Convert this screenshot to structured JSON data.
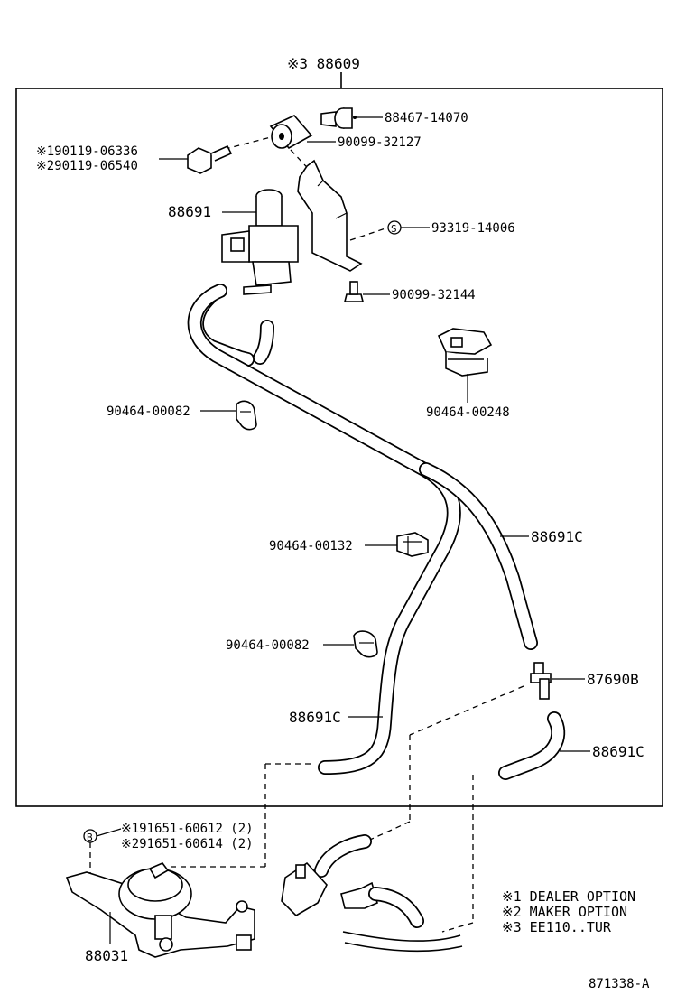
{
  "assembly": {
    "label": "※3 88609"
  },
  "labels": {
    "bolt_flange": "88467-14070",
    "cushion": "90099-32127",
    "bolt_1": "※190119-06336",
    "bolt_2": "※290119-06540",
    "vsv": "88691",
    "s_bolt": "93319-14006",
    "s_marker": "S",
    "grommet": "90099-32144",
    "connector_clamp": "90464-00248",
    "clamp_upper": "90464-00082",
    "clamp_middle": "90464-00132",
    "clamp_lower": "90464-00082",
    "hose_right": "88691C",
    "hose_center": "88691C",
    "hose_small": "88691C",
    "tee": "87690B",
    "b_bolt_1": "※191651-60612 (2)",
    "b_bolt_2": "※291651-60614 (2)",
    "b_marker": "B",
    "actuator": "88031"
  },
  "notes": [
    "※1 DEALER OPTION",
    "※2 MAKER OPTION",
    "※3 EE110..TUR"
  ],
  "figure_number": "871338-A"
}
